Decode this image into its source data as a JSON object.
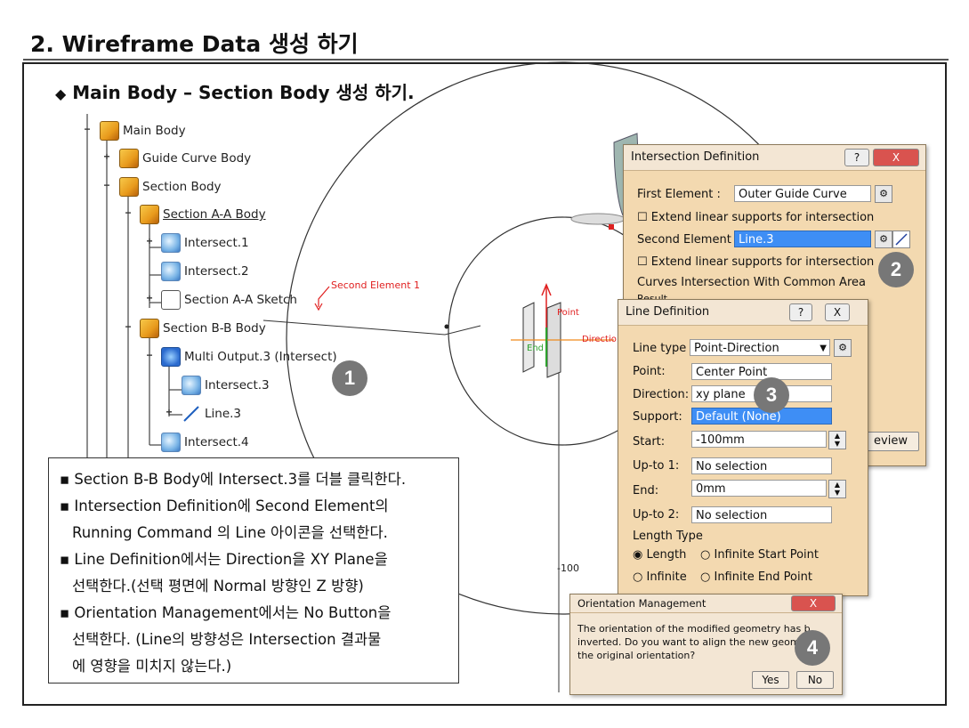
{
  "page": {
    "title": "2. Wireframe Data 생성 하기",
    "subtitle": "Main Body – Section Body 생성 하기.",
    "subtitle_bullet": "◆"
  },
  "tree": [
    {
      "label": "Main Body",
      "icon": "body-icon",
      "underline": false
    },
    {
      "label": "Guide Curve Body",
      "icon": "body-icon",
      "underline": false
    },
    {
      "label": "Section Body",
      "icon": "body-icon",
      "underline": false
    },
    {
      "label": "Section A-A Body",
      "icon": "body-icon",
      "underline": true
    },
    {
      "label": "Intersect.1",
      "icon": "intersect-icon",
      "underline": false
    },
    {
      "label": "Intersect.2",
      "icon": "intersect-icon",
      "underline": false
    },
    {
      "label": "Section A-A Sketch",
      "icon": "sketch-icon",
      "underline": false
    },
    {
      "label": "Section B-B Body",
      "icon": "body-icon",
      "underline": false
    },
    {
      "label": "Multi Output.3 (Intersect)",
      "icon": "multi-output-icon",
      "underline": false
    },
    {
      "label": "Intersect.3",
      "icon": "intersect-icon",
      "underline": false
    },
    {
      "label": "Line.3",
      "icon": "line-icon",
      "underline": false
    },
    {
      "label": "Intersect.4",
      "icon": "intersect-icon",
      "underline": false
    }
  ],
  "canvas": {
    "second_element_label": "Second Element 1",
    "point_label": "Point",
    "direction_label": "Directio",
    "end_label": "End",
    "axis_label": "-100"
  },
  "intersection_dialog": {
    "title": "Intersection Definition",
    "help": "?",
    "close": "X",
    "first_element_label": "First Element :",
    "first_element_value": "Outer Guide Curve",
    "extend1": "Extend linear supports for intersection",
    "second_element_label": "Second Element :",
    "second_element_value": "Line.3",
    "extend2": "Extend linear supports for intersection",
    "curves_common": "Curves Intersection With Common Area",
    "result_partial": "Result",
    "preview_partial": "eview"
  },
  "line_dialog": {
    "title": "Line Definition",
    "help": "?",
    "close": "X",
    "line_type_label": "Line type :",
    "line_type_value": "Point-Direction",
    "point_label": "Point:",
    "point_value": "Center Point",
    "direction_label": "Direction:",
    "direction_value": "xy plane",
    "support_label": "Support:",
    "support_value": "Default (None)",
    "start_label": "Start:",
    "start_value": "-100mm",
    "upto1_label": "Up-to 1:",
    "upto1_value": "No selection",
    "end_label": "End:",
    "end_value": "0mm",
    "upto2_label": "Up-to 2:",
    "upto2_value": "No selection",
    "length_type_label": "Length Type",
    "opt_length": "Length",
    "opt_infinite_start": "Infinite Start Point",
    "opt_infinite": "Infinite",
    "opt_infinite_end": "Infinite End Point"
  },
  "orientation_dialog": {
    "title": "Orientation Management",
    "close": "X",
    "message_line1": "The orientation of the modified geometry has b",
    "message_line2": "inverted. Do you want to align the new geome",
    "message_line3": "the original orientation?",
    "yes": "Yes",
    "no": "No"
  },
  "badges": [
    "1",
    "2",
    "3",
    "4"
  ],
  "notes": [
    "▪ Section B-B Body에 Intersect.3를 더블 클릭한다.",
    "▪ Intersection Definition에 Second Element의",
    "Running Command 의 Line 아이콘을 선택한다.",
    "▪ Line Definition에서는 Direction을 XY Plane을",
    "선택한다.(선택 평면에 Normal 방향인 Z 방향)",
    "▪ Orientation Management에서는 No Button을",
    "선택한다. (Line의 방향성은 Intersection 결과물",
    "에 영향을 미치지 않는다.)"
  ],
  "colors": {
    "dialog_bg": "#f3d9b0",
    "selection": "#3e8ef5",
    "badge": "#777777",
    "red_annotation": "#e02020"
  }
}
